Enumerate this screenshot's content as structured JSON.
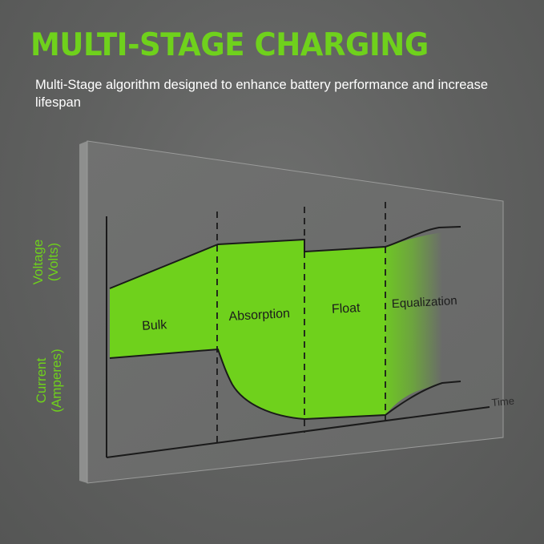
{
  "title": "MULTI-STAGE CHARGING",
  "subtitle": "Multi-Stage algorithm designed to enhance battery performance and increase lifespan",
  "colors": {
    "accent_green": "#6fd11c",
    "background": "#606160",
    "board": "#6c6d6c",
    "board_edge": "#8e8f8e",
    "text_light": "#ffffff",
    "text_dark": "#1c1c1c"
  },
  "diagram": {
    "y_axis_labels": {
      "voltage": [
        "Voltage",
        "(Volts)"
      ],
      "current": [
        "Current",
        "(Amperes)"
      ]
    },
    "x_axis_label": "Time",
    "stages": [
      {
        "label": "Bulk"
      },
      {
        "label": "Absorption"
      },
      {
        "label": "Float"
      },
      {
        "label": "Equalization"
      }
    ]
  }
}
